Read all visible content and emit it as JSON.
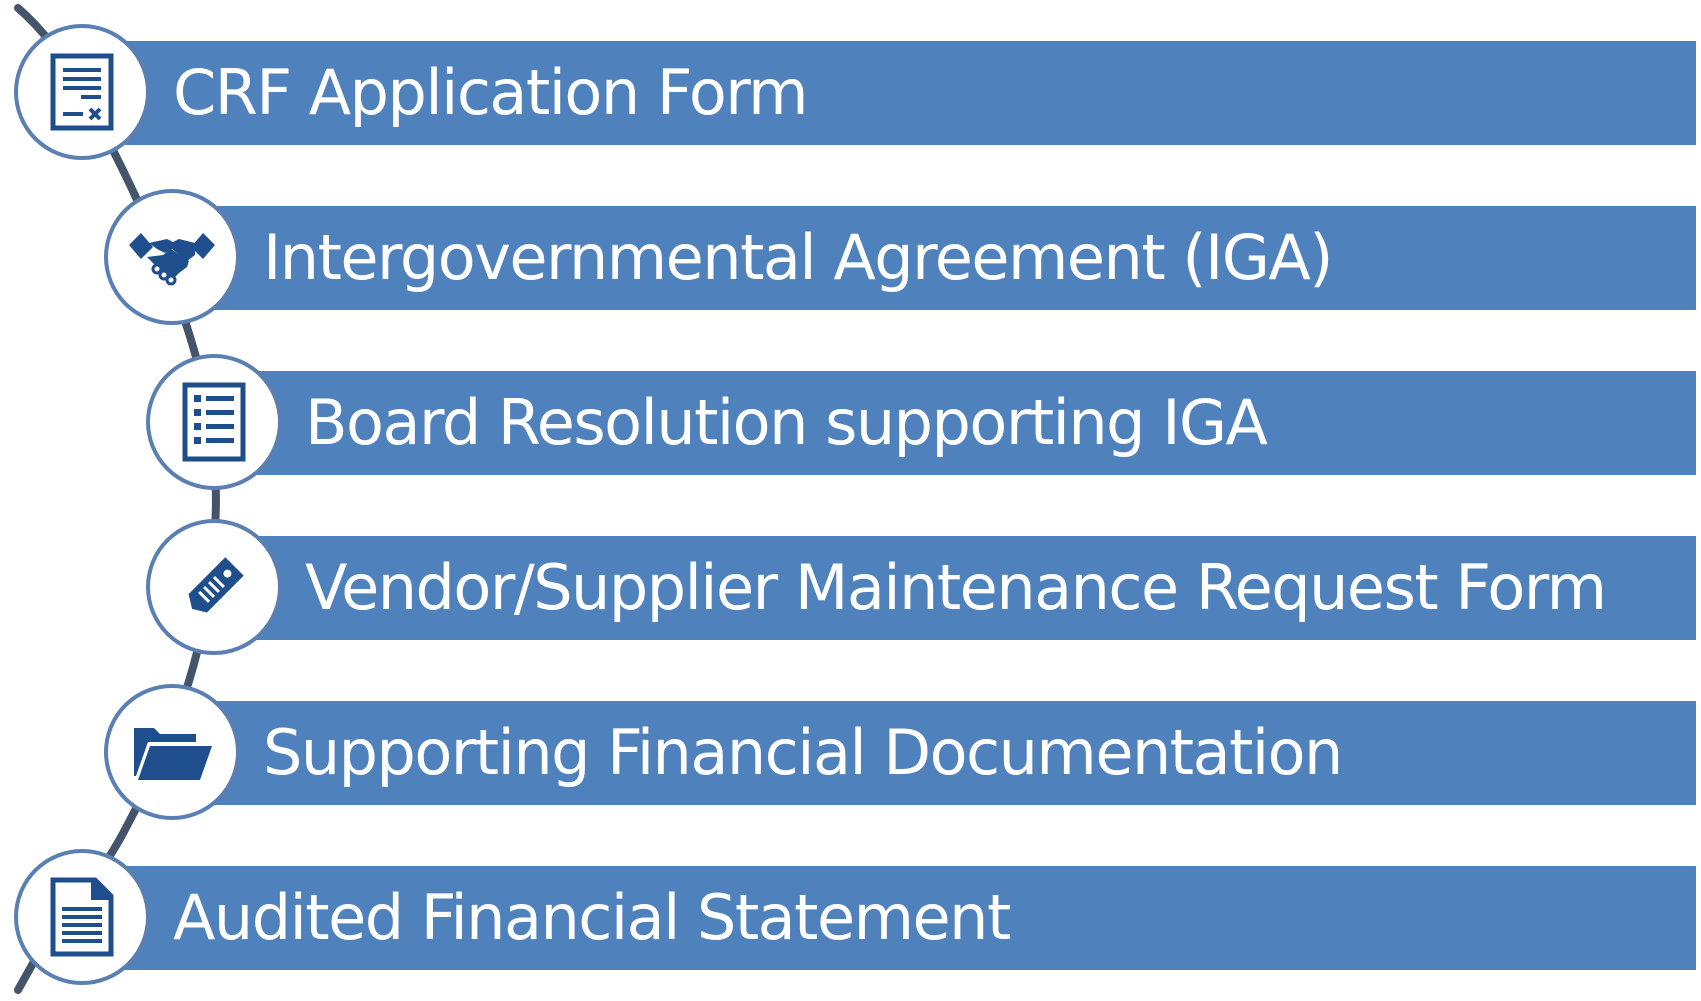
{
  "colors": {
    "bar": "#4f81bd",
    "node_border": "#5a7fb3",
    "icon": "#1f4e8c",
    "spine": "#44546a",
    "label": "#ffffff"
  },
  "steps": [
    {
      "label": "CRF Application Form",
      "icon": "form-icon"
    },
    {
      "label": "Intergovernmental Agreement (IGA)",
      "icon": "handshake-icon"
    },
    {
      "label": "Board Resolution supporting IGA",
      "icon": "checklist-icon"
    },
    {
      "label": "Vendor/Supplier Maintenance Request Form",
      "icon": "tag-icon"
    },
    {
      "label": "Supporting Financial Documentation",
      "icon": "folder-icon"
    },
    {
      "label": "Audited Financial Statement",
      "icon": "document-icon"
    }
  ]
}
